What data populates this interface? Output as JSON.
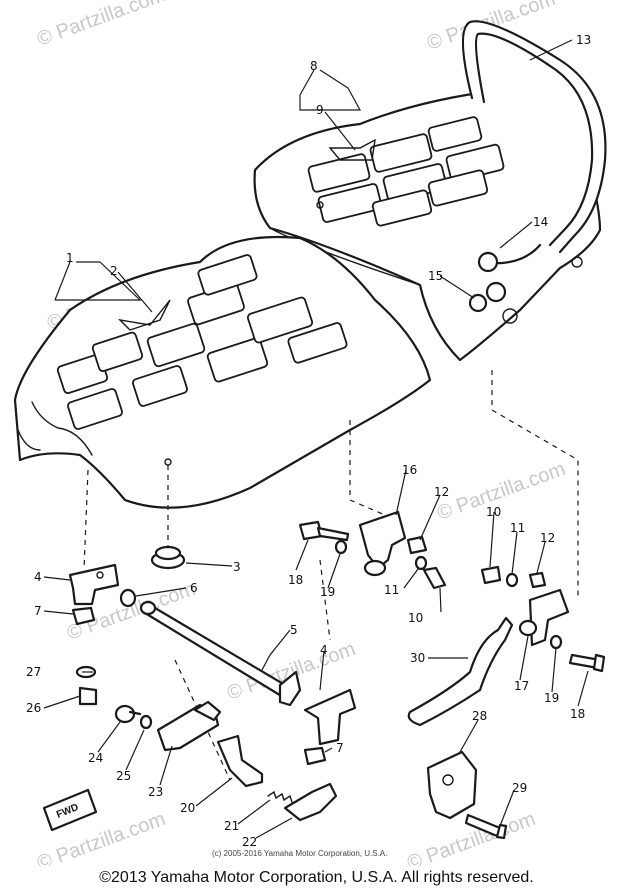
{
  "watermark": {
    "brand": "© Partzilla.com"
  },
  "diagram": {
    "small_copyright": "(c) 2005-2016 Yamaha Motor Corporation, U.S.A.",
    "fwd_label": "FWD",
    "callouts": {
      "c1": "1",
      "c2": "2",
      "c3": "3",
      "c4a": "4",
      "c4b": "4",
      "c5": "5",
      "c6": "6",
      "c7a": "7",
      "c7b": "7",
      "c8": "8",
      "c9": "9",
      "c10a": "10",
      "c10b": "10",
      "c11a": "11",
      "c11b": "11",
      "c12a": "12",
      "c12b": "12",
      "c13": "13",
      "c14": "14",
      "c15": "15",
      "c16": "16",
      "c17": "17",
      "c18a": "18",
      "c18b": "18",
      "c19a": "19",
      "c19b": "19",
      "c20": "20",
      "c21": "21",
      "c22": "22",
      "c23": "23",
      "c24": "24",
      "c25": "25",
      "c26": "26",
      "c27": "27",
      "c28": "28",
      "c29": "29",
      "c30": "30"
    }
  },
  "footer": {
    "copyright": "©2013 Yamaha Motor Corporation, U.S.A. All rights reserved."
  }
}
